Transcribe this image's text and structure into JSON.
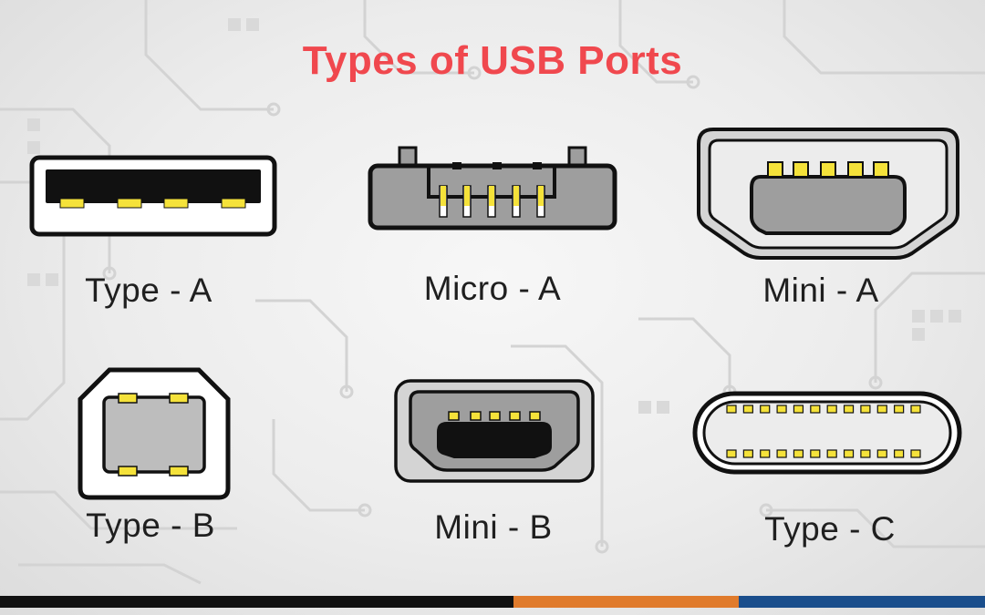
{
  "title": "Types of USB Ports",
  "ports": [
    {
      "id": "type-a",
      "label": "Type - A"
    },
    {
      "id": "micro-a",
      "label": "Micro - A"
    },
    {
      "id": "mini-a",
      "label": "Mini - A"
    },
    {
      "id": "type-b",
      "label": "Type - B"
    },
    {
      "id": "mini-b",
      "label": "Mini - B"
    },
    {
      "id": "type-c",
      "label": "Type - C"
    }
  ],
  "colors": {
    "title": "#f0484e",
    "outline": "#111111",
    "port_fill": "#9e9e9e",
    "port_shell": "#bdbdbd",
    "pin": "#f5e23a",
    "footer_black": "#111111",
    "footer_orange": "#e07b2c",
    "footer_blue": "#1a4e8c"
  }
}
